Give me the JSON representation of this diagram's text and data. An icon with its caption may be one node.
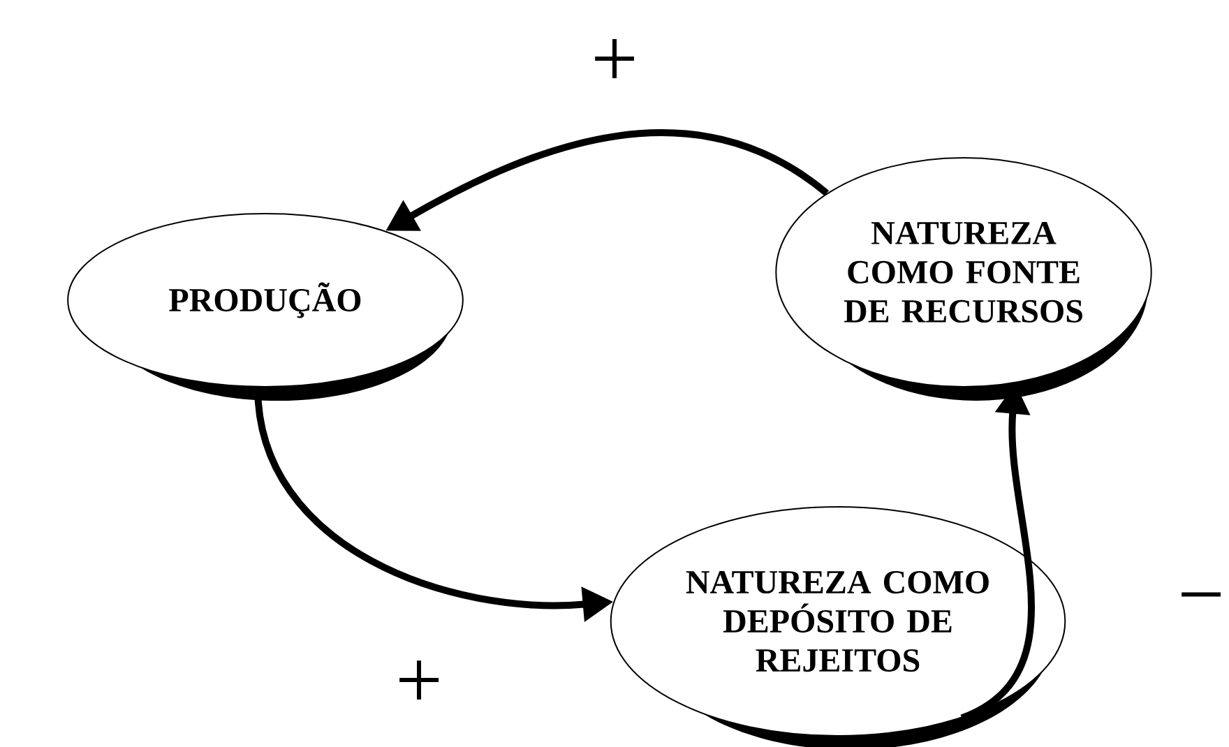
{
  "diagram": {
    "nodes": [
      {
        "text": [
          "PRODUÇÃO"
        ]
      },
      {
        "text": [
          "NATUREZA COMO FONTE DE RECURSOS"
        ]
      },
      {
        "text": [
          "NATUREZA COMO DEPÓSITO DE REJEITOS"
        ]
      }
    ],
    "edges": [
      {
        "from": 1,
        "to": 0,
        "arrow": "to",
        "label": "+"
      },
      {
        "from": 0,
        "to": 2,
        "arrow": "to",
        "label": "+"
      },
      {
        "from": 2,
        "to": 1,
        "arrow": "to",
        "label": "−"
      }
    ]
  }
}
